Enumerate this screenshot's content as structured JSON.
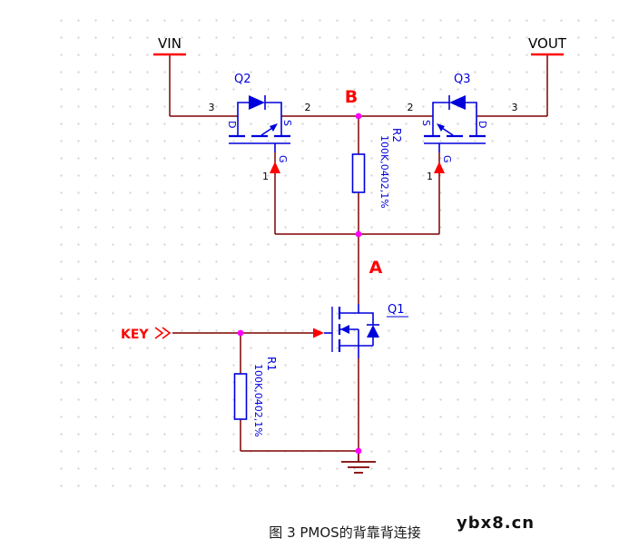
{
  "colors": {
    "wire": "#7f0000",
    "symbol_blue": "#0000dd",
    "net_red": "#ff0000",
    "junction_magenta": "#ff00ff",
    "text_black": "#000000"
  },
  "ports": {
    "vin": {
      "label": "VIN"
    },
    "vout": {
      "label": "VOUT"
    },
    "key": {
      "label": "KEY"
    }
  },
  "net_labels": {
    "b": "B",
    "a": "A"
  },
  "components": {
    "q2": {
      "ref": "Q2",
      "drain": "D",
      "source": "S",
      "gate": "G",
      "pin_drain": "3",
      "pin_source": "2",
      "pin_gate": "1"
    },
    "q3": {
      "ref": "Q3",
      "drain": "D",
      "source": "S",
      "gate": "G",
      "pin_drain": "3",
      "pin_source": "2",
      "pin_gate": "1"
    },
    "q1": {
      "ref": "Q1"
    },
    "r1": {
      "ref": "R1",
      "value": "100K,0402,1%"
    },
    "r2": {
      "ref": "R2",
      "value": "100K,0402,1%"
    }
  },
  "caption": "图 3 PMOS的背靠背连接",
  "watermark": "ybx8.cn"
}
